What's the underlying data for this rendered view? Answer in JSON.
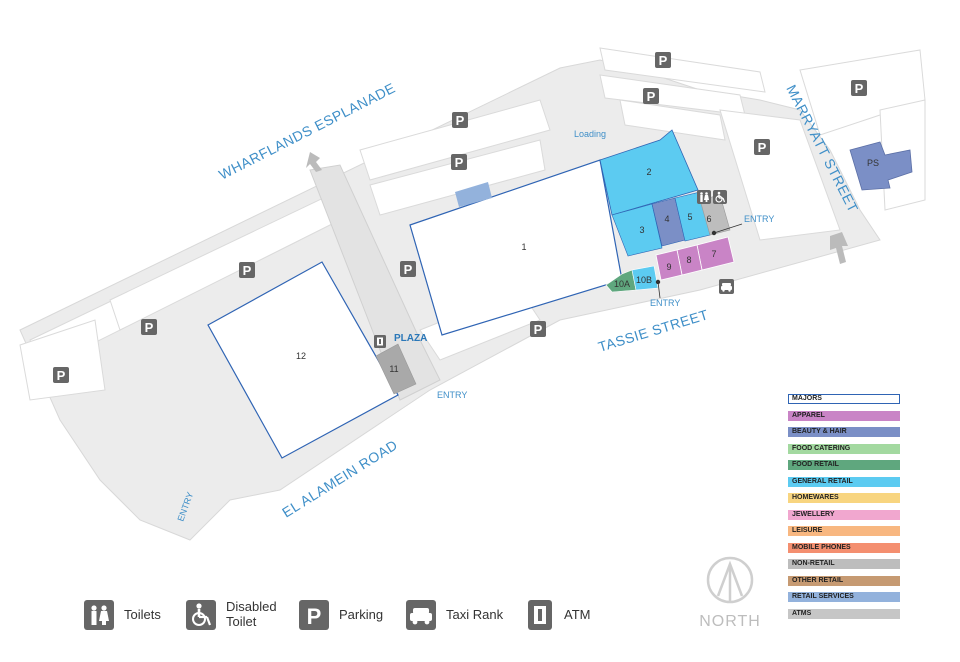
{
  "streets": {
    "wharflands": "WHARFLANDS ESPLANADE",
    "marryatt": "MARRYATT STREET",
    "tassie": "TASSIE STREET",
    "el_alamein": "EL ALAMEIN ROAD"
  },
  "labels": {
    "loading": "Loading",
    "plaza": "PLAZA",
    "entry": "ENTRY",
    "north": "NORTH",
    "parking_glyph": "P",
    "ps": "PS"
  },
  "units": [
    "1",
    "2",
    "3",
    "4",
    "5",
    "6",
    "7",
    "8",
    "9",
    "10A",
    "10B",
    "11",
    "12"
  ],
  "legend": [
    {
      "label": "MAJORS",
      "color": "#ffffff"
    },
    {
      "label": "APPAREL",
      "color": "#c984c6"
    },
    {
      "label": "BEAUTY & HAIR",
      "color": "#7b8fc6"
    },
    {
      "label": "FOOD CATERING",
      "color": "#a3d9a0"
    },
    {
      "label": "FOOD RETAIL",
      "color": "#5fa77e"
    },
    {
      "label": "GENERAL RETAIL",
      "color": "#5ccbf1"
    },
    {
      "label": "HOMEWARES",
      "color": "#f8d580"
    },
    {
      "label": "JEWELLERY",
      "color": "#f1a7cf"
    },
    {
      "label": "LEISURE",
      "color": "#f8b780"
    },
    {
      "label": "MOBILE PHONES",
      "color": "#f48f70"
    },
    {
      "label": "NON-RETAIL",
      "color": "#bdbdbd"
    },
    {
      "label": "OTHER RETAIL",
      "color": "#c69a72"
    },
    {
      "label": "RETAIL SERVICES",
      "color": "#93b2dc"
    },
    {
      "label": "ATMS",
      "color": "#c6c6c6"
    }
  ],
  "key": {
    "toilets": "Toilets",
    "disabled_line1": "Disabled",
    "disabled_line2": "Toilet",
    "parking": "Parking",
    "taxi": "Taxi Rank",
    "atm": "ATM"
  },
  "colors": {
    "road": "#ececec",
    "outline": "#2f64b4",
    "general_retail": "#5ccbf1",
    "beauty": "#7b8fc6",
    "apparel": "#c984c6",
    "food_retail": "#5fa77e",
    "non_retail": "#bdbdbd",
    "street_text": "#3f8fc8",
    "icon": "#666666"
  }
}
